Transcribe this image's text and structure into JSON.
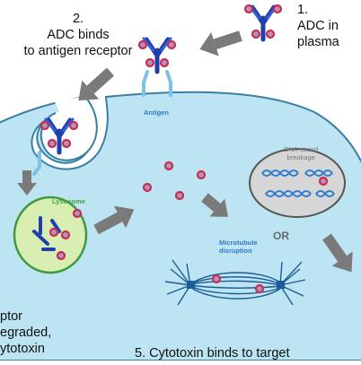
{
  "steps": {
    "s1_num": "1.",
    "s1_line1": "ADC in",
    "s1_line2": "plasma",
    "s2_num": "2.",
    "s2_line1": "ADC binds",
    "s2_line2": "to antigen receptor",
    "s4_line1": "ptor",
    "s4_line2": "egraded,",
    "s4_line3": "ytotoxin",
    "s5": "5. Cytotoxin binds to target"
  },
  "labels": {
    "antigen": "Antigen",
    "lysosome": "Lysosome",
    "dna_line1": "DNA strand",
    "dna_line2": "breakage",
    "microtubule_line1": "Microtubule",
    "microtubule_line2": "disruption",
    "or": "OR"
  },
  "colors": {
    "cell_fill": "#bde4f2",
    "cell_stroke": "#3a7ea4",
    "antibody_blue": "#1f3fae",
    "payload_red": "#c8304a",
    "payload_fill": "#b58fc7",
    "lysosome_fill": "#d9eeb2",
    "lysosome_stroke": "#3e9a3e",
    "nucleus_fill": "#d6d6d6",
    "arrow_grey": "#7a7a7a"
  }
}
